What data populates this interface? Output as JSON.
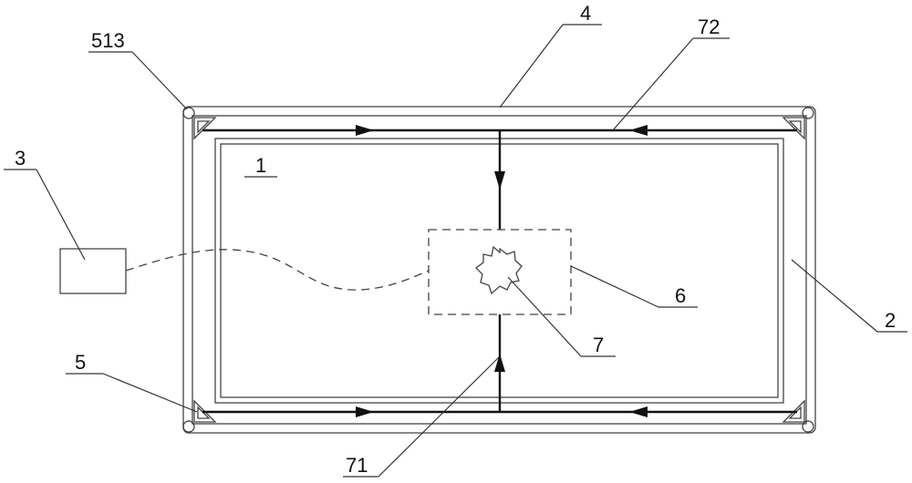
{
  "labels": {
    "l1": "1",
    "l2": "2",
    "l3": "3",
    "l4": "4",
    "l5": "5",
    "l6": "6",
    "l7": "7",
    "l513": "513",
    "l71": "71",
    "l72": "72"
  }
}
